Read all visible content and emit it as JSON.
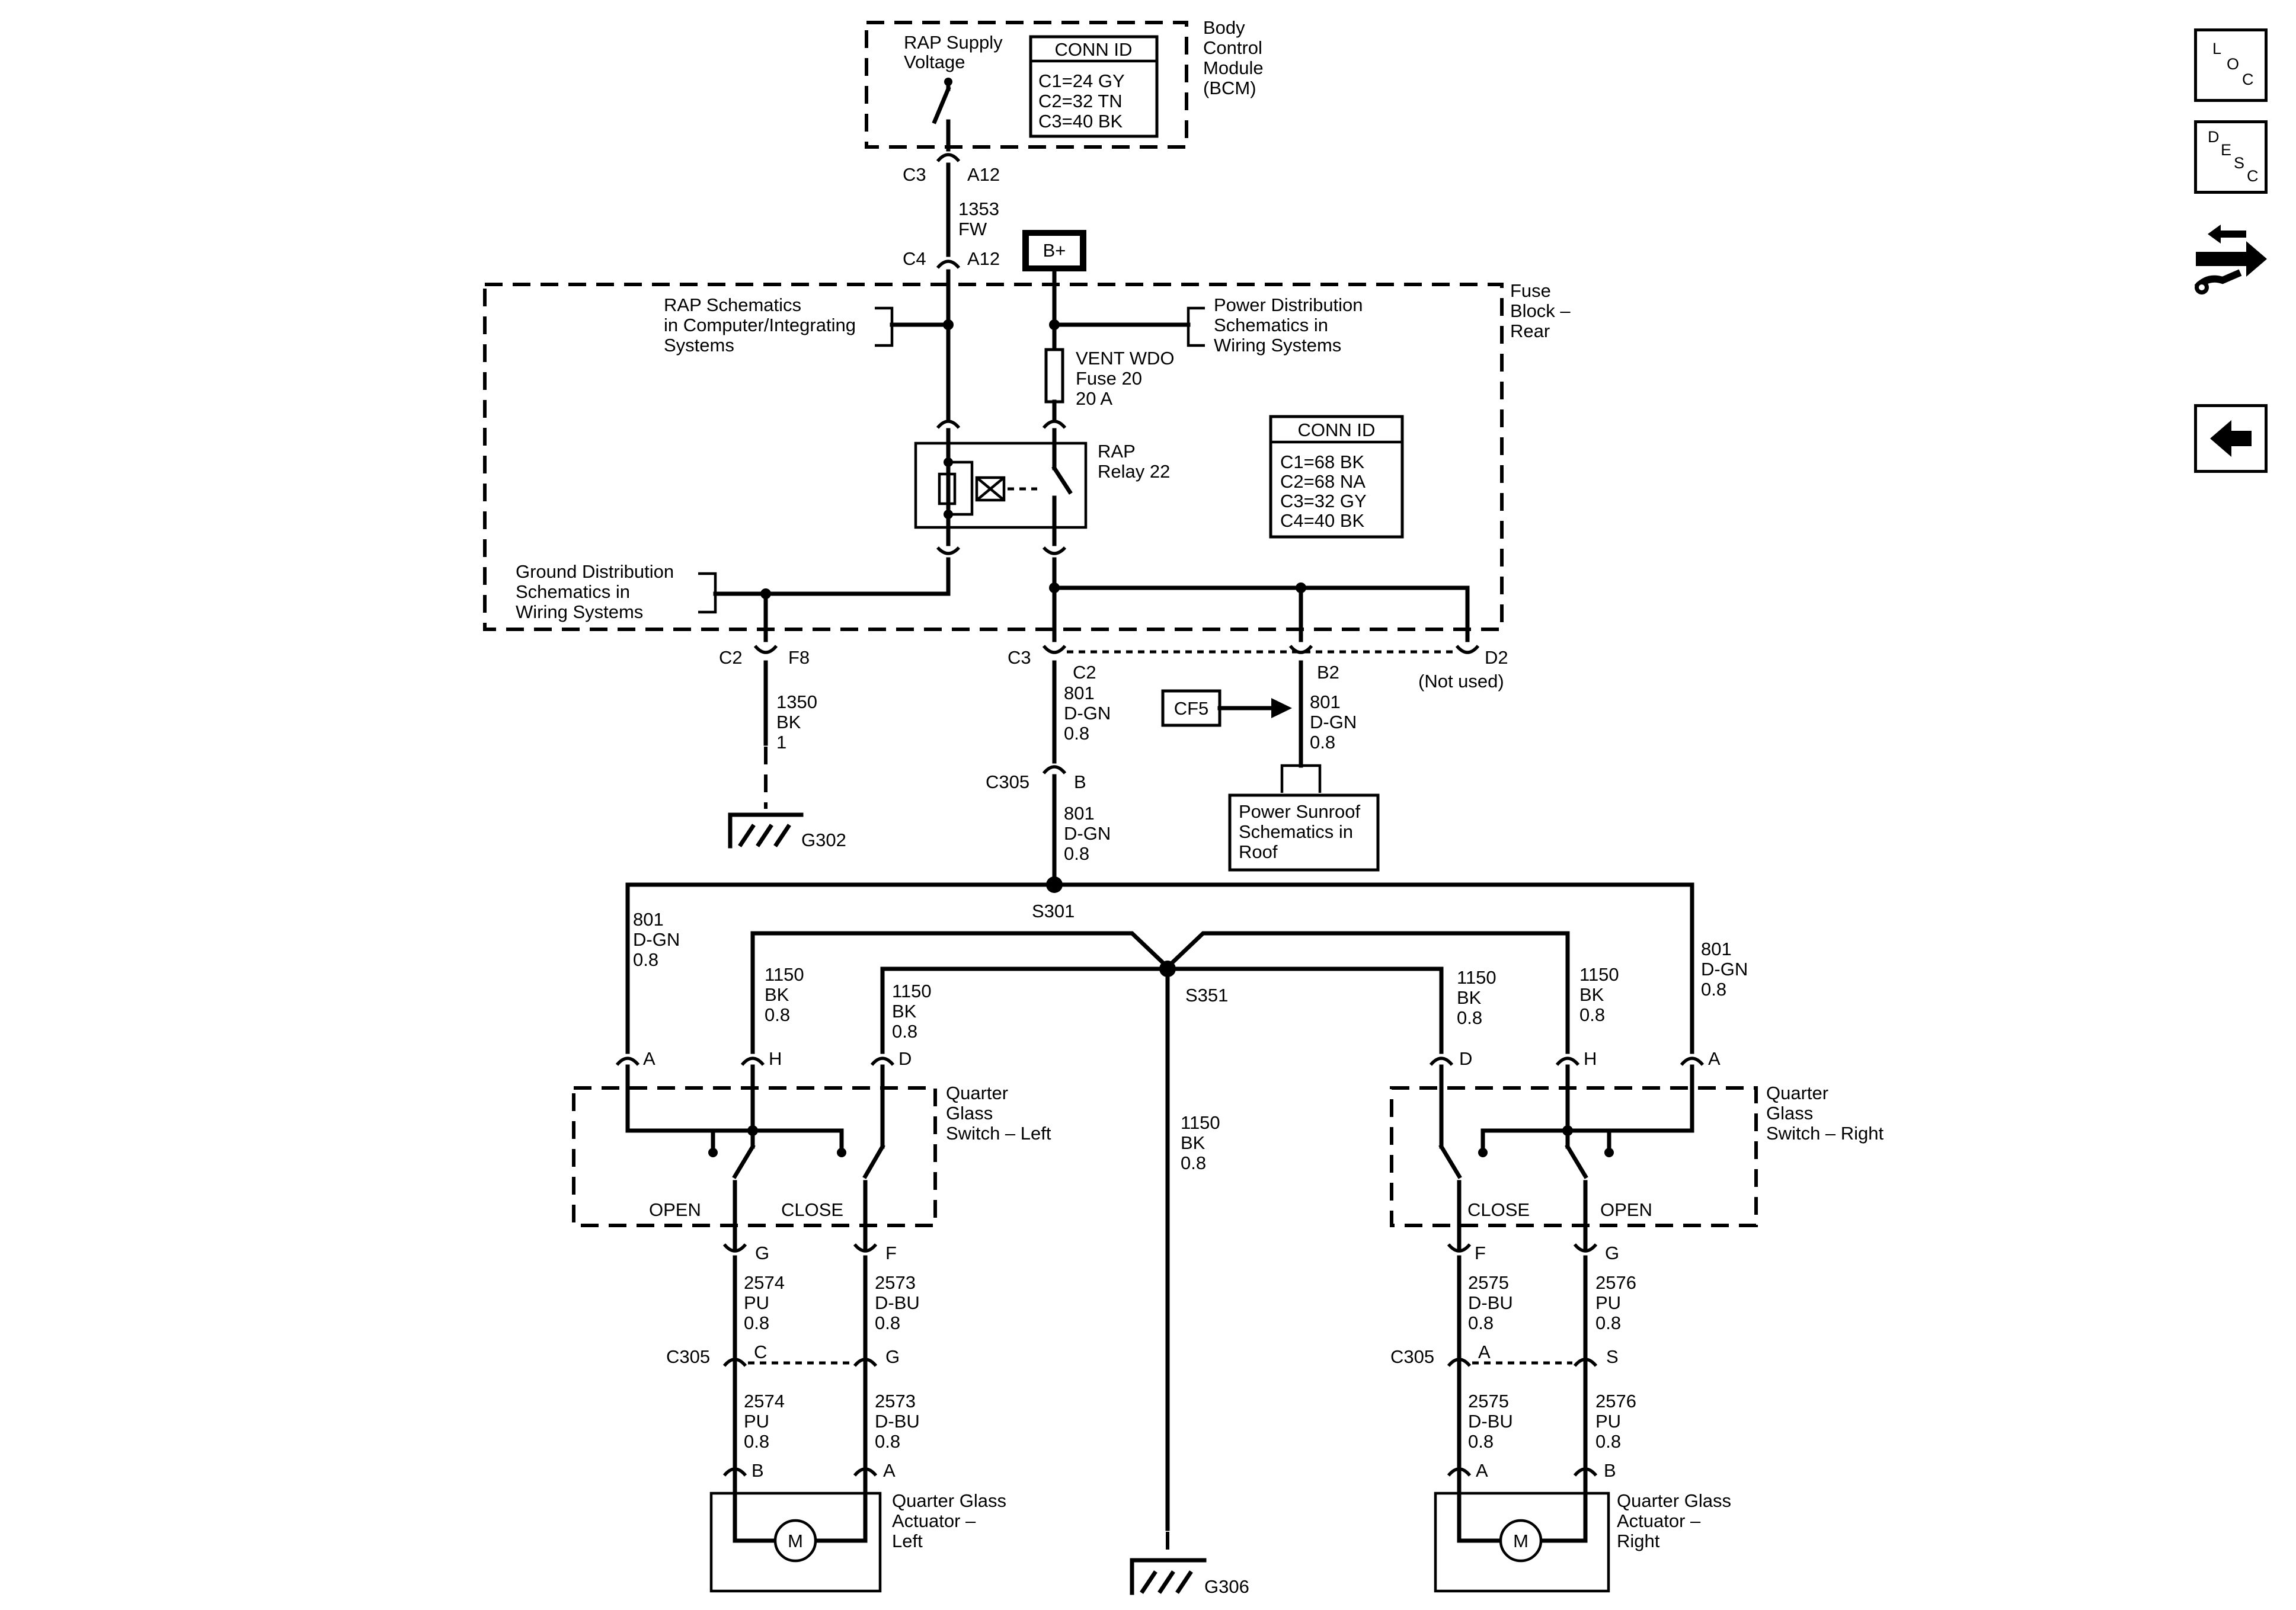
{
  "sidebar": {
    "loc_letters": [
      "L",
      "O",
      "C"
    ],
    "desc_letters": [
      "D",
      "E",
      "S",
      "C"
    ]
  },
  "bcm": {
    "name": "Body Control Module (BCM)",
    "name_lines": [
      "Body",
      "Control",
      "Module",
      "(BCM)"
    ],
    "supply_lines": [
      "RAP Supply",
      "Voltage"
    ],
    "conn_id": {
      "header": "CONN ID",
      "rows": [
        "C1=24 GY",
        "C2=32 TN",
        "C3=40 BK"
      ]
    }
  },
  "fuse_block": {
    "name_lines": [
      "Fuse",
      "Block –",
      "Rear"
    ],
    "conn_id": {
      "header": "CONN ID",
      "rows": [
        "C1=68 BK",
        "C2=68 NA",
        "C3=32 GY",
        "C4=40 BK"
      ]
    },
    "rap_ref_lines": [
      "RAP Schematics",
      "in Computer/Integrating",
      "Systems"
    ],
    "power_ref_lines": [
      "Power Distribution",
      "Schematics in",
      "Wiring Systems"
    ],
    "ground_ref_lines": [
      "Ground Distribution",
      "Schematics in",
      "Wiring Systems"
    ],
    "fuse_lines": [
      "VENT WDO",
      "Fuse 20",
      "20 A"
    ],
    "relay_lines": [
      "RAP",
      "Relay 22"
    ],
    "battery": "B+"
  },
  "connectors": {
    "c3": "C3",
    "a12": "A12",
    "c4": "C4",
    "a12b": "A12",
    "c2_left": "C2",
    "f8": "F8",
    "c3_mid": "C3",
    "c2_mid": "C2",
    "b2": "B2",
    "d2": "D2",
    "not_used": "(Not used)",
    "c305": "C305",
    "b": "B"
  },
  "wires": {
    "w1353": [
      "1353",
      "FW"
    ],
    "w1350": [
      "1350",
      "BK",
      "1"
    ],
    "w801_a": [
      "801",
      "D-GN",
      "0.8"
    ],
    "w801_b": [
      "801",
      "D-GN",
      "0.8"
    ],
    "w801_c": [
      "801",
      "D-GN",
      "0.8"
    ],
    "w801_left": [
      "801",
      "D-GN",
      "0.8"
    ],
    "w801_right": [
      "801",
      "D-GN",
      "0.8"
    ],
    "w1150_l1": [
      "1150",
      "BK",
      "0.8"
    ],
    "w1150_l2": [
      "1150",
      "BK",
      "0.8"
    ],
    "w1150_r1": [
      "1150",
      "BK",
      "0.8"
    ],
    "w1150_r2": [
      "1150",
      "BK",
      "0.8"
    ],
    "w1150_mid": [
      "1150",
      "BK",
      "0.8"
    ]
  },
  "grounds": {
    "g302": "G302",
    "g306": "G306"
  },
  "splices": {
    "s301": "S301",
    "s351": "S351"
  },
  "cf5": "CF5",
  "sunroof_lines": [
    "Power Sunroof",
    "Schematics in",
    "Roof"
  ],
  "switch_left": {
    "name_lines": [
      "Quarter",
      "Glass",
      "Switch – Left"
    ],
    "pins_top": [
      "A",
      "H",
      "D"
    ],
    "open": "OPEN",
    "close": "CLOSE",
    "pin_g": "G",
    "pin_f": "F"
  },
  "switch_right": {
    "name_lines": [
      "Quarter",
      "Glass",
      "Switch – Right"
    ],
    "pins_top": [
      "D",
      "H",
      "A"
    ],
    "open": "OPEN",
    "close": "CLOSE",
    "pin_f": "F",
    "pin_g": "G"
  },
  "left_circuit": {
    "w2574_a": [
      "2574",
      "PU",
      "0.8"
    ],
    "w2573_a": [
      "2573",
      "D-BU",
      "0.8"
    ],
    "c305": "C305",
    "pin_c": "C",
    "pin_g": "G",
    "w2574_b": [
      "2574",
      "PU",
      "0.8"
    ],
    "w2573_b": [
      "2573",
      "D-BU",
      "0.8"
    ],
    "act_pin_b": "B",
    "act_pin_a": "A"
  },
  "right_circuit": {
    "w2575_a": [
      "2575",
      "D-BU",
      "0.8"
    ],
    "w2576_a": [
      "2576",
      "PU",
      "0.8"
    ],
    "c305": "C305",
    "pin_a": "A",
    "pin_s": "S",
    "w2575_b": [
      "2575",
      "D-BU",
      "0.8"
    ],
    "w2576_b": [
      "2576",
      "PU",
      "0.8"
    ],
    "act_pin_a": "A",
    "act_pin_b": "B"
  },
  "actuator_left": {
    "name_lines": [
      "Quarter Glass",
      "Actuator –",
      "Left"
    ],
    "motor": "M"
  },
  "actuator_right": {
    "name_lines": [
      "Quarter Glass",
      "Actuator –",
      "Right"
    ],
    "motor": "M"
  }
}
